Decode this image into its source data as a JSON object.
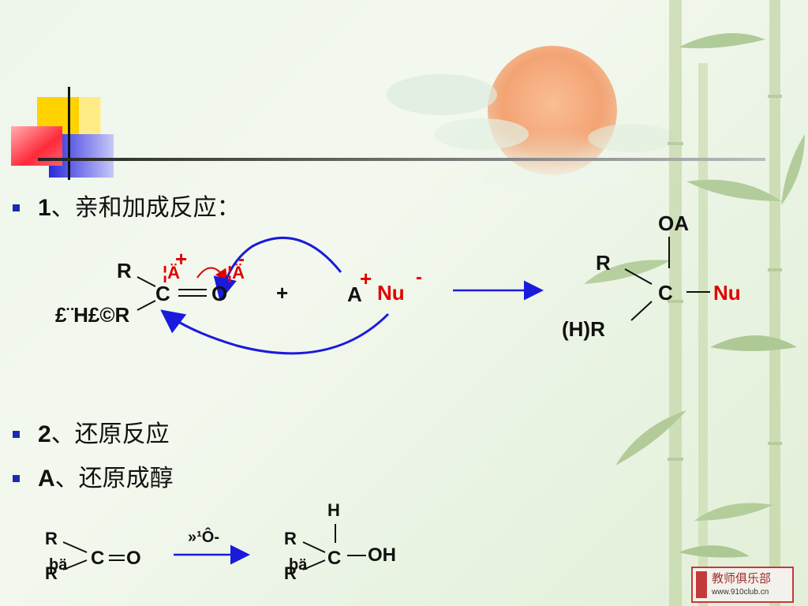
{
  "bullets": [
    {
      "num": "1",
      "text": "、亲和加成反应："
    },
    {
      "num": "2",
      "text": "、还原反应"
    },
    {
      "num": "A",
      "text": "、还原成醇"
    }
  ],
  "eq1": {
    "R": "R",
    "C": "C",
    "O": "O",
    "delta_plus": "+",
    "delta_minus": "-",
    "garbled_A1": "¦Ä",
    "garbled_A2": "¦Ä",
    "garbled_left": "£¨H£©R",
    "plus": "+",
    "A": "A",
    "A_charge": "+",
    "Nu": "Nu",
    "Nu_charge": "-",
    "prod_OA": "OA",
    "prod_R": "R",
    "prod_C": "C",
    "prod_Nu": "Nu",
    "prod_HR": "(H)R"
  },
  "eq2": {
    "R_top": "R",
    "R_bottom": "R",
    "garbled_bottom": "þä",
    "C": "C",
    "O": "O",
    "reagent": "»¹Ô-",
    "prod_H": "H",
    "prod_R_top": "R",
    "prod_R_bottom": "R",
    "prod_garbled": "þä",
    "prod_C": "C",
    "prod_OH": "OH"
  },
  "logo": {
    "title": "教师俱乐部",
    "url": "www.910club.cn"
  },
  "colors": {
    "arrow_blue": "#1a1adc",
    "charge_red": "#e00000",
    "bullet_blue": "#1b2bb0"
  }
}
